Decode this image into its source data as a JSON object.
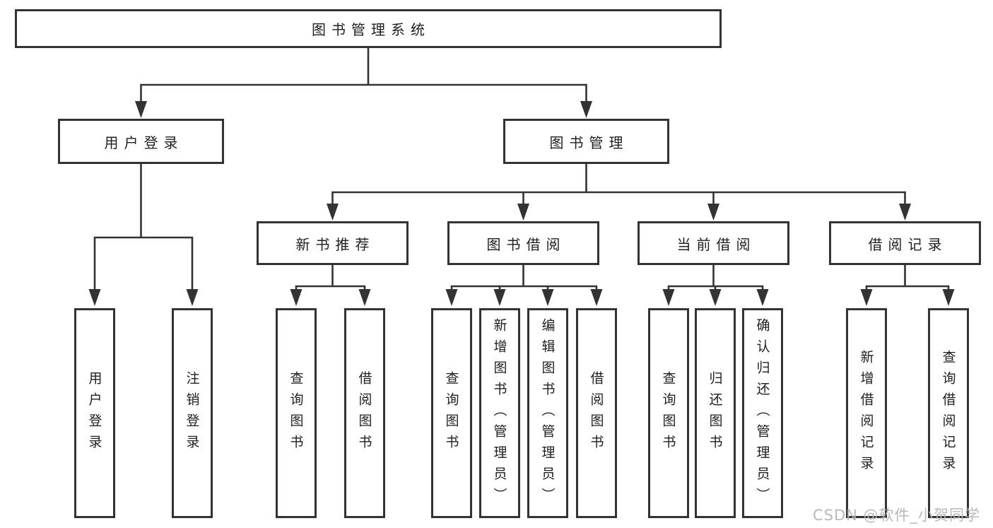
{
  "diagram": {
    "root": {
      "label": "图书管理系统"
    },
    "branches": [
      {
        "label": "用户登录",
        "children": [
          "用户登录",
          "注销登录"
        ]
      },
      {
        "label": "图书管理",
        "children": [
          {
            "label": "新书推荐",
            "children": [
              "查询图书",
              "借阅图书"
            ]
          },
          {
            "label": "图书借阅",
            "children": [
              "查询图书",
              "新增图书（管理员）",
              "编辑图书（管理员）",
              "借阅图书"
            ]
          },
          {
            "label": "当前借阅",
            "children": [
              "查询图书",
              "归还图书",
              "确认归还（管理员）"
            ]
          },
          {
            "label": "借阅记录",
            "children": [
              "新增借阅记录",
              "查询借阅记录"
            ]
          }
        ]
      }
    ]
  },
  "watermark": {
    "text": "CSDN @软件_小贺同学"
  },
  "colors": {
    "line": "#333333",
    "box_border": "#333333",
    "box_fill": "#ffffff",
    "text": "#1f1f1f",
    "watermark": "#b2b6bb",
    "background": "#ffffff"
  }
}
